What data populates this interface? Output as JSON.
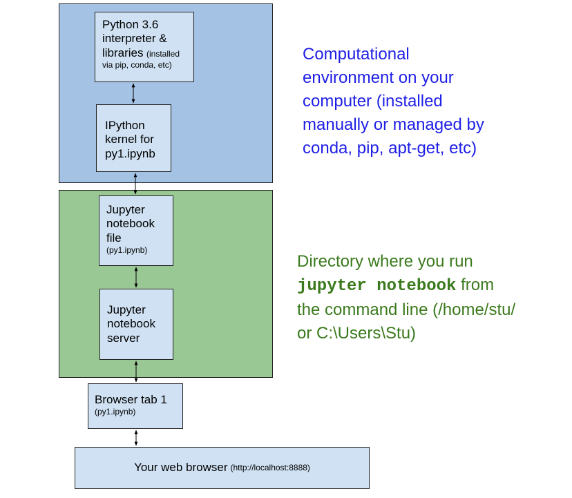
{
  "boxes": {
    "python": {
      "line1": "Python 3.6",
      "line2": "interpreter &",
      "line3": "libraries",
      "note_a": "(installed",
      "note_b": "via pip, conda, etc)"
    },
    "ipython": {
      "line1": "IPython",
      "line2": "kernel for",
      "line3": "py1.ipynb"
    },
    "notebook_file": {
      "line1": "Jupyter",
      "line2": "notebook",
      "line3": "file",
      "note": "(py1.ipynb)"
    },
    "notebook_server": {
      "line1": "Jupyter",
      "line2": "notebook",
      "line3": "server"
    },
    "browser_tab": {
      "line1": "Browser tab 1",
      "note": "(py1.ipynb)"
    },
    "web_browser": {
      "label": "Your web browser",
      "note": "(http://localhost:8888)"
    }
  },
  "annotations": {
    "environment": {
      "line1": "Computational",
      "line2": "environment on your",
      "line3": "computer (installed",
      "line4": "manually or managed by",
      "line5": "conda, pip, apt-get, etc)"
    },
    "directory": {
      "line1": "Directory where you run",
      "command": "jupyter notebook",
      "line2_rest": " from",
      "line3": "the command line (/home/stu/",
      "line4": "or C:\\Users\\Stu)"
    }
  },
  "colors": {
    "environment_region": "#a4c2e3",
    "directory_region": "#9ac895",
    "box_fill": "#cfe1f2",
    "environment_text": "#1e1ee6",
    "directory_text": "#3b7a1d"
  }
}
